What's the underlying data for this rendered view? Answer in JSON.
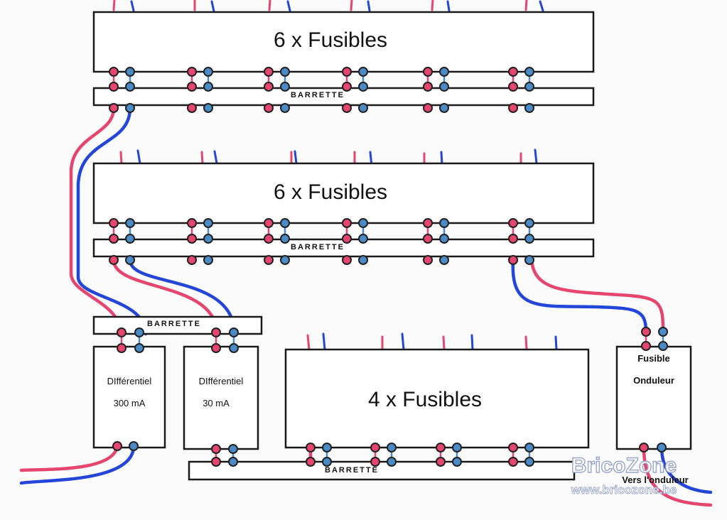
{
  "colors": {
    "red": "#e5456e",
    "blue": "#2446d8",
    "terminal_blue": "#4a8ac6"
  },
  "labels": {
    "panel_top": "6 x Fusibles",
    "panel_middle": "6 x Fusibles",
    "panel_bottom": "4 x Fusibles",
    "barrette": "BARRETTE",
    "diff1_line1": "DIfférentiel",
    "diff1_line2": "300 mA",
    "diff2_line1": "DIfférentiel",
    "diff2_line2": "30 mA",
    "fusible": "Fusible",
    "onduleur": "Onduleur",
    "vers_onduleur": "Vers l'onduleur"
  },
  "watermark": {
    "brand": "BricoZone",
    "url": "www.bricozone.be"
  }
}
